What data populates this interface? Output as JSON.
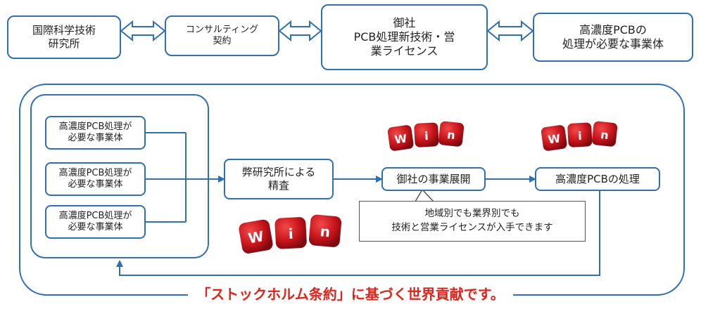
{
  "top_row": {
    "institute": "国際科学技術\n研究所",
    "contract": "コンサルティング\n契約",
    "your_company": "御社\nPCB処理新技術・営\n業ライセンス",
    "businesses": "高濃度PCBの\n処理が必要な事業体"
  },
  "flow": {
    "sources": [
      "高濃度PCB処理が\n必要な事業体",
      "高濃度PCB処理が\n必要な事業体",
      "高濃度PCB処理が\n必要な事業体"
    ],
    "inspection": "弊研究所による\n精査",
    "deployment": "御社の事業展開",
    "processing": "高濃度PCBの処理",
    "callout": "地域別でも業界別でも\n技術と営業ライセンスが入手できます"
  },
  "dice_letters": [
    "W",
    "i",
    "n"
  ],
  "footer": "「ストックホルム条約」に基づく世界貢献です。",
  "colors": {
    "accent_blue": "#2f6fb3",
    "footer_red": "#e2231a",
    "dice_red": "#c8141b"
  }
}
